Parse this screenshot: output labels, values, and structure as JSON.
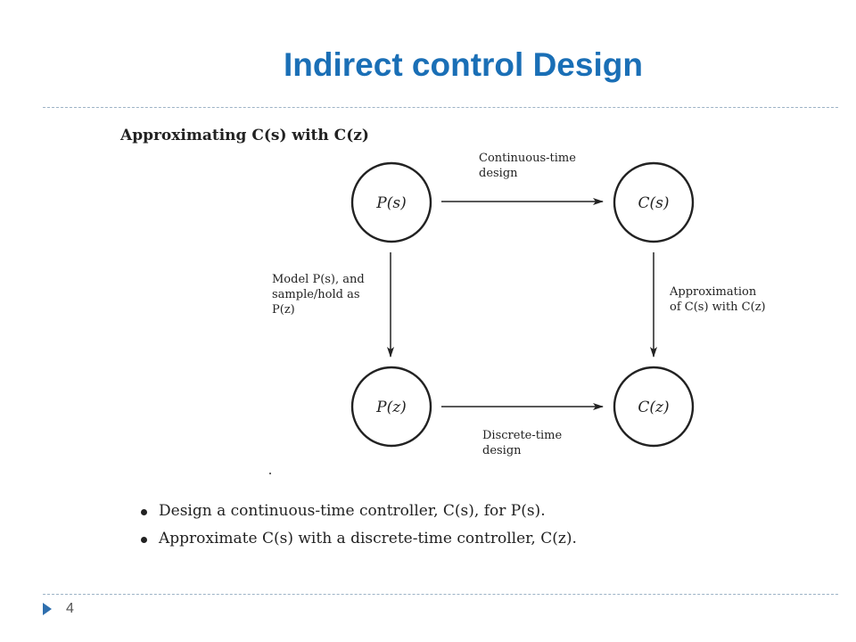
{
  "slide": {
    "title": "Indirect control Design",
    "page_number": "4"
  },
  "figure": {
    "heading": "Approximating C(s) with C(z)",
    "nodes": {
      "ps": "P(s)",
      "cs": "C(s)",
      "pz": "P(z)",
      "cz": "C(z)"
    },
    "labels": {
      "top_line1": "Continuous-time",
      "top_line2": "design",
      "left_line1": "Model P(s), and",
      "left_line2": "sample/hold as",
      "left_line3": "P(z)",
      "right_line1": "Approximation",
      "right_line2": "of C(s) with C(z)",
      "bottom_line1": "Discrete-time",
      "bottom_line2": "design"
    }
  },
  "bullets": [
    "Design a continuous-time controller, C(s), for P(s).",
    "Approximate C(s) with a discrete-time controller, C(z)."
  ],
  "colors": {
    "title": "#1a6fb6",
    "footer_marker": "#2f6fae",
    "rule": "#9db3c6"
  }
}
